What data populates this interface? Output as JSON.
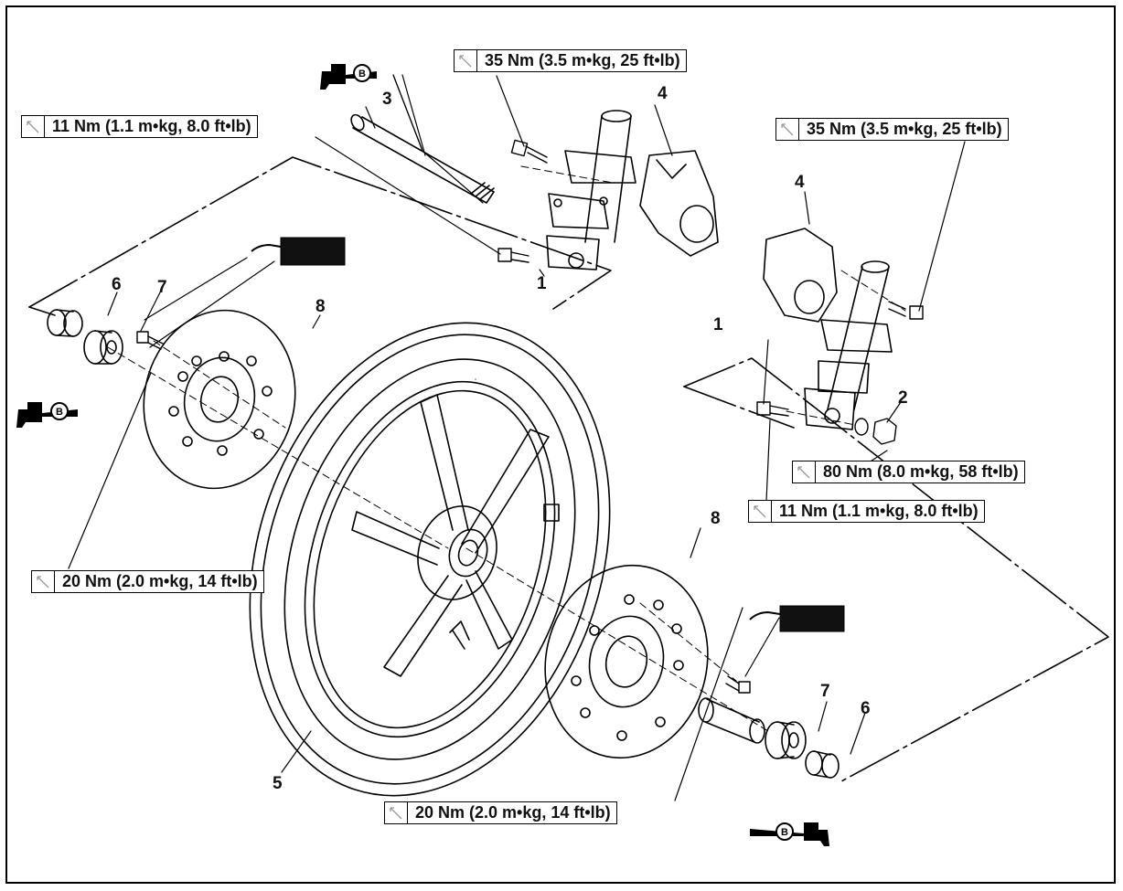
{
  "torque_specs": {
    "t1": "35 Nm (3.5 m•kg, 25 ft•lb)",
    "t2": "11 Nm (1.1 m•kg, 8.0 ft•lb)",
    "t3": "35 Nm (3.5 m•kg, 25 ft•lb)",
    "t4": "80 Nm (8.0 m•kg, 58 ft•lb)",
    "t5": "11 Nm (1.1 m•kg, 8.0 ft•lb)",
    "t6": "20 Nm (2.0 m•kg, 14 ft•lb)",
    "t7": "20 Nm (2.0 m•kg, 14 ft•lb)"
  },
  "part_numbers": {
    "n1a": "1",
    "n1b": "1",
    "n2": "2",
    "n3": "3",
    "n4a": "4",
    "n4b": "4",
    "n5": "5",
    "n6a": "6",
    "n6b": "6",
    "n7a": "7",
    "n7b": "7",
    "n8a": "8",
    "n8b": "8"
  },
  "grease_symbol": {
    "letter": "B"
  },
  "icons": [
    "torque-wrench-icon",
    "grease-gun-icon",
    "locking-agent-icon"
  ]
}
